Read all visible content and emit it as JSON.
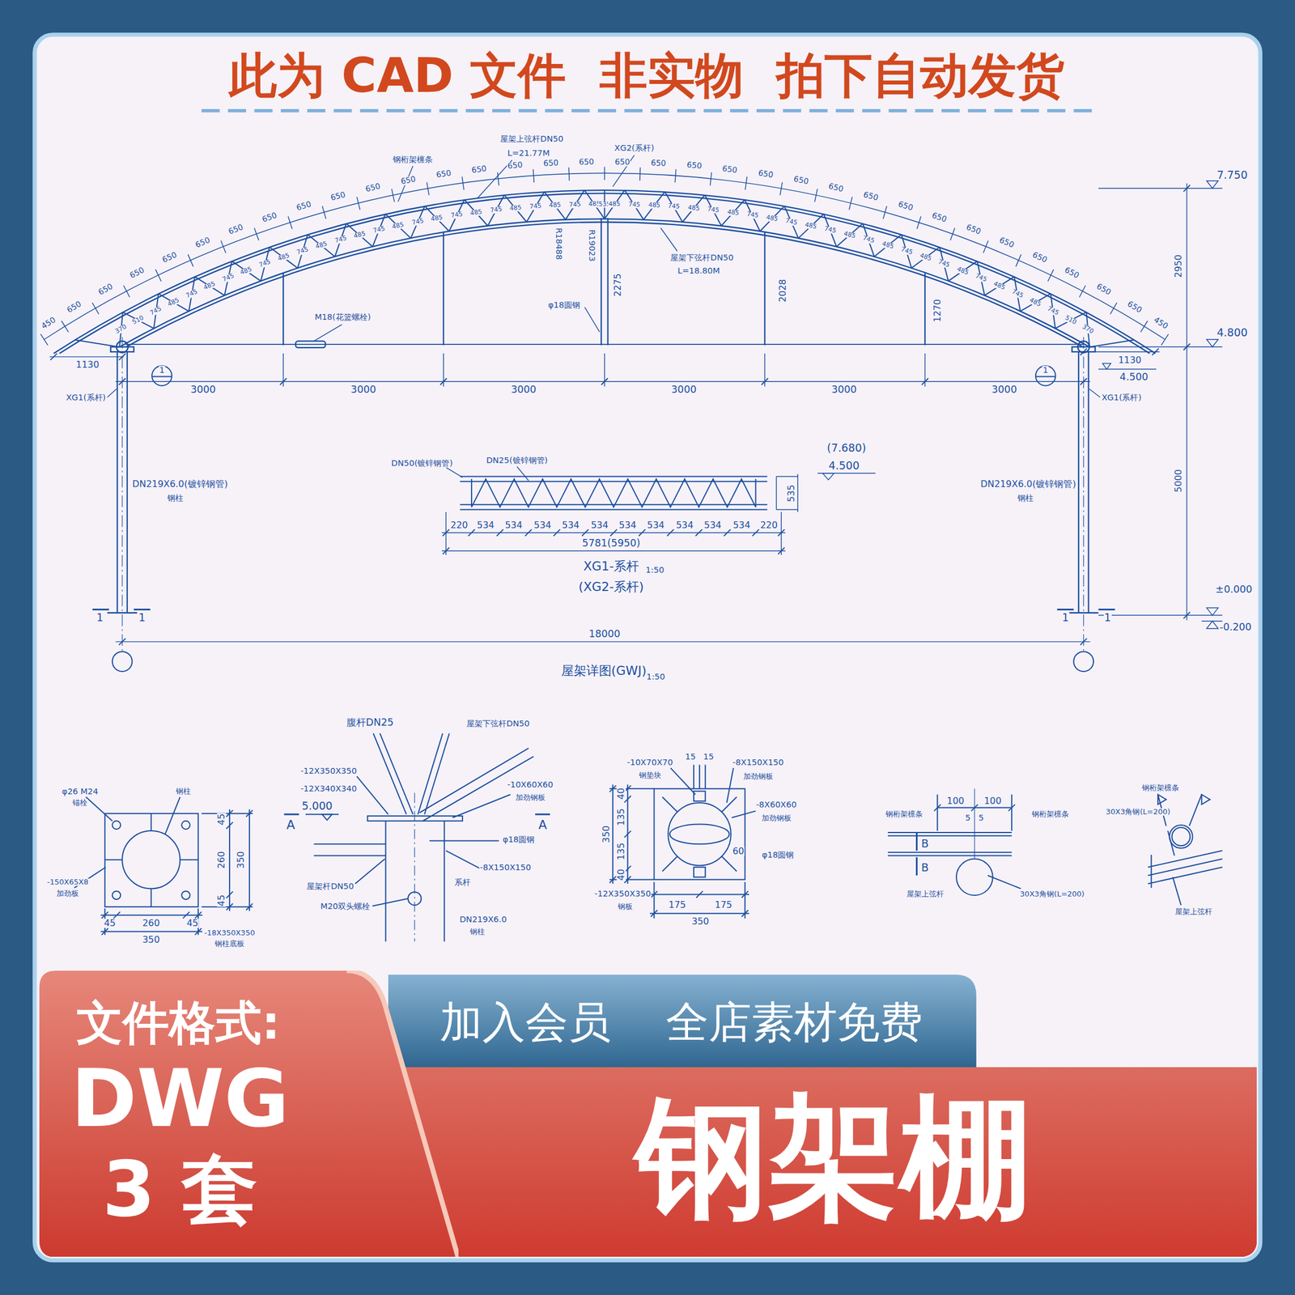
{
  "diagram": {
    "title": "此为 CAD 文件  非实物  拍下自动发货",
    "nodes": [
      {
        "text": [
          "文件格式:",
          "DWG",
          "3 套"
        ]
      },
      {
        "text": [
          "加入会员",
          "全店素材免费"
        ]
      },
      {
        "text": [
          "钢架棚"
        ]
      }
    ],
    "labels": [
      "屋架上弦杆DN50",
      "L=21.77M",
      "钢桁架檩条",
      "XG2(系杆)",
      "R18488",
      "R19023",
      "屋架下弦杆DN50",
      "L=18.80M",
      "2275",
      "2028",
      "1270",
      "φ18圆钢",
      "M18(花篮螺栓)",
      "1130",
      "1130",
      "4.500",
      "XG1(系杆)",
      "XG1(系杆)",
      "1",
      "1",
      "3000",
      "3000",
      "3000",
      "3000",
      "3000",
      "3000",
      "DN219X6.0(镀锌钢管)",
      "钢柱",
      "DN219X6.0(镀锌钢管)",
      "钢柱",
      "7.750",
      "2950",
      "4.800",
      "5000",
      "±0.000",
      "-0.200",
      "1",
      "1",
      "1",
      "1",
      "18000",
      "屋架详图(GWJ)",
      "1:50",
      "DN50(镀锌钢管)",
      "DN25(镀锌钢管)",
      "(7.680)",
      "4.500",
      "535",
      "220",
      "534",
      "534",
      "534",
      "534",
      "534",
      "534",
      "534",
      "534",
      "534",
      "534",
      "220",
      "5781(5950)",
      "XG1-系杆",
      "1:50",
      "(XG2-系杆)",
      "φ26 M24",
      "锚栓",
      "钢柱",
      "45",
      "260",
      "350",
      "45",
      "-150X65X8",
      "加劲板",
      "45",
      "260",
      "45",
      "350",
      "-18X350X350",
      "钢柱底板",
      "腹杆DN25",
      "屋架下弦杆DN50",
      "-12X350X350",
      "-12X340X340",
      "5.000",
      "A",
      "A",
      "-10X60X60",
      "加劲钢板",
      "φ18圆钢",
      "-8X150X150",
      "屋架杆DN50",
      "M20双头螺栓",
      "系杆",
      "DN219X6.0",
      "钢柱",
      "-10X70X70",
      "钢垫块",
      "15",
      "15",
      "-8X150X150",
      "加劲钢板",
      "40",
      "135",
      "350",
      "135",
      "40",
      "-8X60X60",
      "加劲钢板",
      "60",
      "φ18圆钢",
      "-12X350X350",
      "钢板",
      "175",
      "175",
      "350",
      "100",
      "100",
      "5",
      "5",
      "钢桁架檩条",
      "钢桁架檩条",
      "B",
      "B",
      "屋架上弦杆",
      "30X3角钢(L=200)",
      "钢桁架檩条",
      "30X3角钢(L=200)",
      "屋架上弦杆",
      "450",
      "650",
      "650",
      "650",
      "650",
      "650",
      "650",
      "650",
      "650",
      "650",
      "650",
      "650",
      "650",
      "650",
      "650",
      "650",
      "650",
      "650",
      "650",
      "650",
      "650",
      "650",
      "650",
      "650",
      "650",
      "650",
      "650",
      "650",
      "650",
      "650",
      "650",
      "650",
      "650",
      "450",
      "370",
      "510",
      "745",
      "485",
      "745",
      "485",
      "745",
      "485",
      "745",
      "485",
      "745",
      "485",
      "745",
      "485",
      "745",
      "485",
      "745",
      "485",
      "745",
      "485",
      "745",
      "485",
      "745",
      "485",
      "745",
      "485",
      "535",
      "485",
      "745",
      "485",
      "745",
      "485",
      "745",
      "485",
      "745",
      "485",
      "745",
      "485",
      "745",
      "485",
      "745",
      "485",
      "745",
      "485",
      "745",
      "485",
      "745",
      "485",
      "745",
      "485",
      "745",
      "510",
      "370"
    ]
  }
}
